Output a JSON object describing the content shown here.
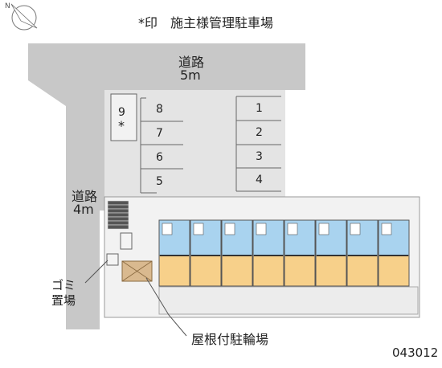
{
  "legend": {
    "note": "*印　施主様管理駐車場"
  },
  "roads": {
    "north": {
      "name": "道路",
      "width": "5m"
    },
    "west": {
      "name": "道路",
      "width": "4m"
    }
  },
  "parking": {
    "spaces_left": [
      "8",
      "7",
      "6",
      "5"
    ],
    "space_9": "9",
    "space_9_mark": "*",
    "spaces_right": [
      "1",
      "2",
      "3",
      "4"
    ]
  },
  "labels": {
    "garbage": [
      "ゴミ",
      "置場"
    ],
    "bicycle": "屋根付駐輪場"
  },
  "property_code": "043012",
  "colors": {
    "road": "#c8c8c8",
    "parking": "#e4e4e4",
    "upper_units": "#a9d3ef",
    "lower_units": "#f7d08a",
    "bike_shed": "#d9b98f",
    "outline": "#555555"
  }
}
